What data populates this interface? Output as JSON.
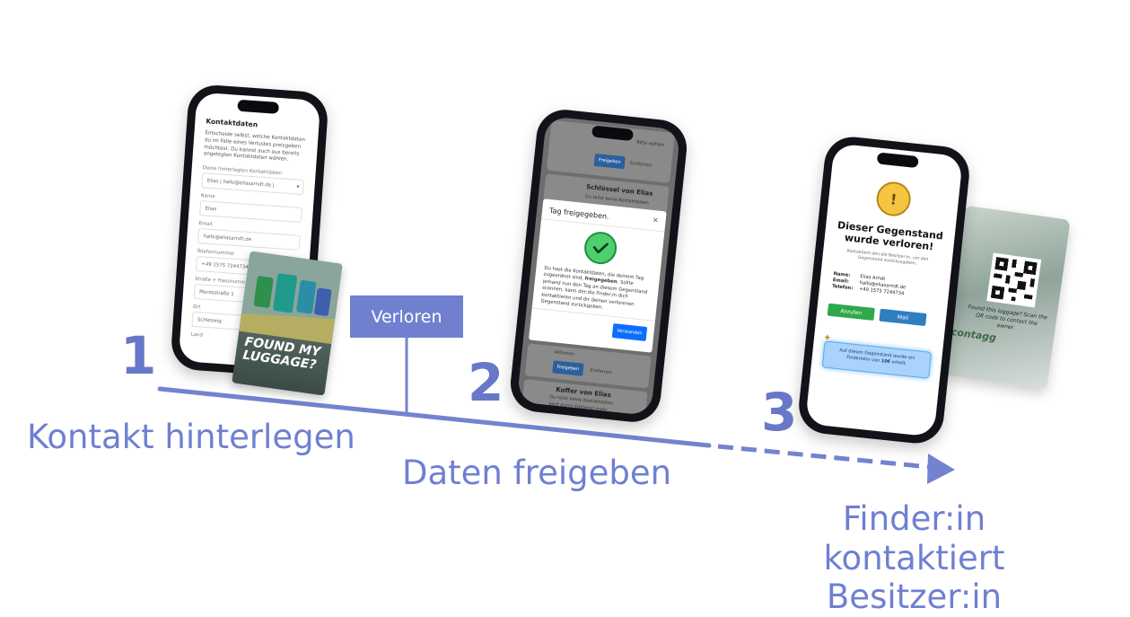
{
  "verloren_label": "Verloren",
  "steps": [
    {
      "number": "1",
      "label": "Kontakt hinterlegen"
    },
    {
      "number": "2",
      "label": "Daten freigeben"
    },
    {
      "number": "3",
      "label": "Finder:in kontaktiert\nBesitzer:in"
    }
  ],
  "phone1": {
    "title": "Kontaktdaten",
    "intro": "Entscheide selbst, welche Kontaktdaten du im Falle eines Verlustes preisgeben möchtest. Du kannst auch aus bereits angelegten Kontaktdaten wählen.",
    "select_label": "Deine hinterlegten Kontaktdaten",
    "select_value": "Elias | hallo@eliasarndt.de |",
    "fields": [
      {
        "label": "Name",
        "value": "Elias"
      },
      {
        "label": "Email",
        "value": "hallo@eliasarndt.de"
      },
      {
        "label": "Telefonnummer",
        "value": "+49 1575 7244734"
      },
      {
        "label": "Straße + Hausnummer",
        "value": "Mordsstraße 1"
      },
      {
        "label": "Ort",
        "value": "Schleswig"
      },
      {
        "label": "Land",
        "value": ""
      }
    ],
    "tag_text": "FOUND MY LUGGAGE?"
  },
  "phone2": {
    "item_top_action": "Bitte wählen",
    "btn_share": "Freigeben",
    "btn_edit": "Entfernen",
    "item2_title": "Schlüssel von Elias",
    "item2_sub": "Du teilst keine Kontaktdaten",
    "modal_title": "Tag freigegeben.",
    "modal_close": "×",
    "modal_text_a": "Du hast die Kontaktdaten, die deinem Tag zugeordnet sind, ",
    "modal_text_bold": "freigegeben",
    "modal_text_b": ". Sollte jemand nun den Tag an diesem Gegenstand scannen, kann der:die Finder:in dich kontaktieren und dir deinen verlorenen Gegenstand zurückgeben.",
    "modal_button": "Verstanden",
    "item3_text": "Aktionen.",
    "item4_title": "Koffer von Elias",
    "item4_sub": "Du teilst keine Kontaktdaten",
    "item4_sub2": "Jetzt durch Editieren mehr"
  },
  "phone3": {
    "heading": "Dieser Gegenstand wurde verloren!",
    "subtext": "Kontaktiere den:die Besitzer:in, um den Gegenstand zurückzugeben.",
    "info": [
      {
        "label": "Name:",
        "value": "Elias Arndt"
      },
      {
        "label": "Email:",
        "value": "hallo@eliasarndt.de"
      },
      {
        "label": "Telefon:",
        "value": "+49 1575 7244734"
      }
    ],
    "btn_call": "Anrufen",
    "btn_mail": "Mail",
    "reward_a": "Auf diesen Gegenstand wurde ein Finderlohn von ",
    "reward_bold": "10€",
    "reward_b": " erteilt.",
    "card_text": "Found this luggage? Scan the QR code to contact the owner.",
    "card_brand": "contagg"
  },
  "colors": {
    "accent": "#7080cf",
    "step_number": "#6878c8",
    "label": "#6f80d2",
    "timeline": "#7383cf",
    "green_btn": "#2ea84a",
    "blue_btn": "#2f7fc0"
  }
}
